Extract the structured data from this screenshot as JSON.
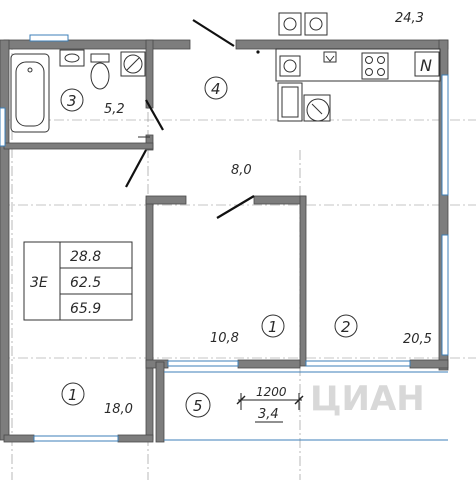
{
  "rooms": [
    {
      "number": "3",
      "area": "5,2"
    },
    {
      "number": "4",
      "area": ""
    },
    {
      "number": "1",
      "area": "18,0"
    },
    {
      "number": "1",
      "area": "10,8"
    },
    {
      "number": "2",
      "area": "20,5"
    },
    {
      "number": "5",
      "area": "3,4"
    }
  ],
  "misc_areas": {
    "top_right": "24,3",
    "center": "8,0"
  },
  "apartment_table": {
    "type": "3Е",
    "values": [
      "28.8",
      "62.5",
      "65.9"
    ]
  },
  "dimension": "1200",
  "north_symbol": "N",
  "watermark": "ЦИАН",
  "colors": {
    "wall": "#7d7d7d",
    "window": "#3c7fb8",
    "label": "#2a2a2a"
  }
}
